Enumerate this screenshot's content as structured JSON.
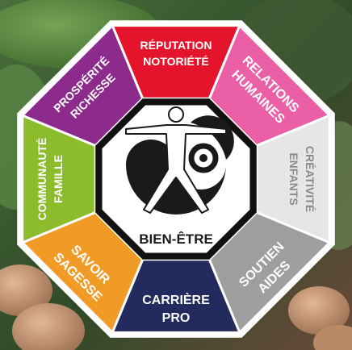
{
  "bagua": {
    "center": {
      "label": "BIEN-ÊTRE",
      "icon": "yin-yang-human-icon"
    },
    "sectors": [
      {
        "id": "reputation",
        "line1": "RÉPUTATION",
        "line2": "NOTORIÉTÉ",
        "color": "#e4142d"
      },
      {
        "id": "relations",
        "line1": "RELATIONS",
        "line2": "HUMAINES",
        "color": "#ea5fa6"
      },
      {
        "id": "creativite",
        "line1": "CRÉATIVITÉ",
        "line2": "ENFANTS",
        "color": "#e6e6e6"
      },
      {
        "id": "soutien",
        "line1": "SOUTIEN",
        "line2": "AIDES",
        "color": "#9e9e9e"
      },
      {
        "id": "carriere",
        "line1": "CARRIÈRE",
        "line2": "PRO",
        "color": "#232a5d"
      },
      {
        "id": "savoir",
        "line1": "SAVOIR",
        "line2": "SAGESSE",
        "color": "#f19b27"
      },
      {
        "id": "communaute",
        "line1": "COMMUNAUTÉ",
        "line2": "FAMILLE",
        "color": "#8cbc2c"
      },
      {
        "id": "prosperite",
        "line1": "PROSPÉRITÉ",
        "line2": "RICHESSE",
        "color": "#8d2b8d"
      }
    ]
  }
}
